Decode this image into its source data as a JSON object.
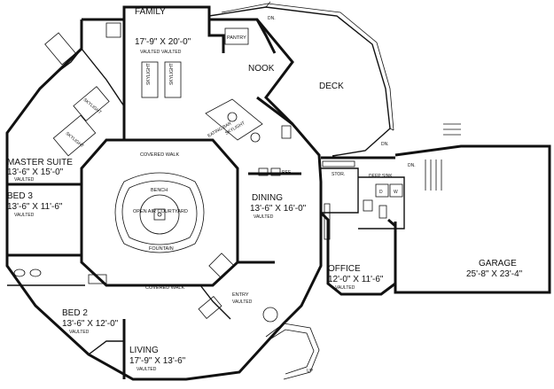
{
  "rooms": {
    "family": {
      "name": "FAMILY",
      "dim": "17'-9\" X 20'-0\"",
      "note": "VAULTED"
    },
    "master": {
      "name": "MASTER SUITE",
      "dim": "13'-6\" X 15'-0\"",
      "note": "VAULTED"
    },
    "bed3": {
      "name": "BED 3",
      "dim": "13'-6\" X 11'-6\"",
      "note": "VAULTED"
    },
    "bed2": {
      "name": "BED 2",
      "dim": "13'-6\" X 12'-0\"",
      "note": "VAULTED"
    },
    "living": {
      "name": "LIVING",
      "dim": "17'-9\" X 13'-6\"",
      "note": "VAULTED"
    },
    "dining": {
      "name": "DINING",
      "dim": "13'-6\" X 16'-0\"",
      "note": "VAULTED"
    },
    "office": {
      "name": "OFFICE",
      "dim": "12'-0\" X 11'-6\"",
      "note": "VAULTED"
    },
    "garage": {
      "name": "GARAGE",
      "dim": "25'-8\" X 23'-4\""
    },
    "entry": {
      "name": "ENTRY",
      "note": "VAULTED"
    }
  },
  "labels": {
    "pantry": "PANTRY",
    "nook": "NOOK",
    "deck": "DECK",
    "dn_top": "DN.",
    "dn_mid": "DN.",
    "dn_garage": "DN.",
    "stor": "STOR.",
    "deep_sink": "DEEP SINK",
    "w": "W",
    "d": "D",
    "covered_walk_top": "COVERED WALK",
    "covered_walk_bottom": "COVERED WALK",
    "bench": "BENCH",
    "courtyard": "OPEN AIR COURTYARD",
    "fountain": "FOUNTAIN",
    "skylight_1": "SKYLIGHT",
    "skylight_2": "SKYLIGHT",
    "skylight_3": "SKYLIGHT",
    "skylight_4": "SKYLIGHT",
    "skylight_5": "SKYLIGHT",
    "eating_bar": "EATING BAR",
    "ref": "REF.",
    "up": "UP",
    "family_vaulted": "VAULTED"
  }
}
